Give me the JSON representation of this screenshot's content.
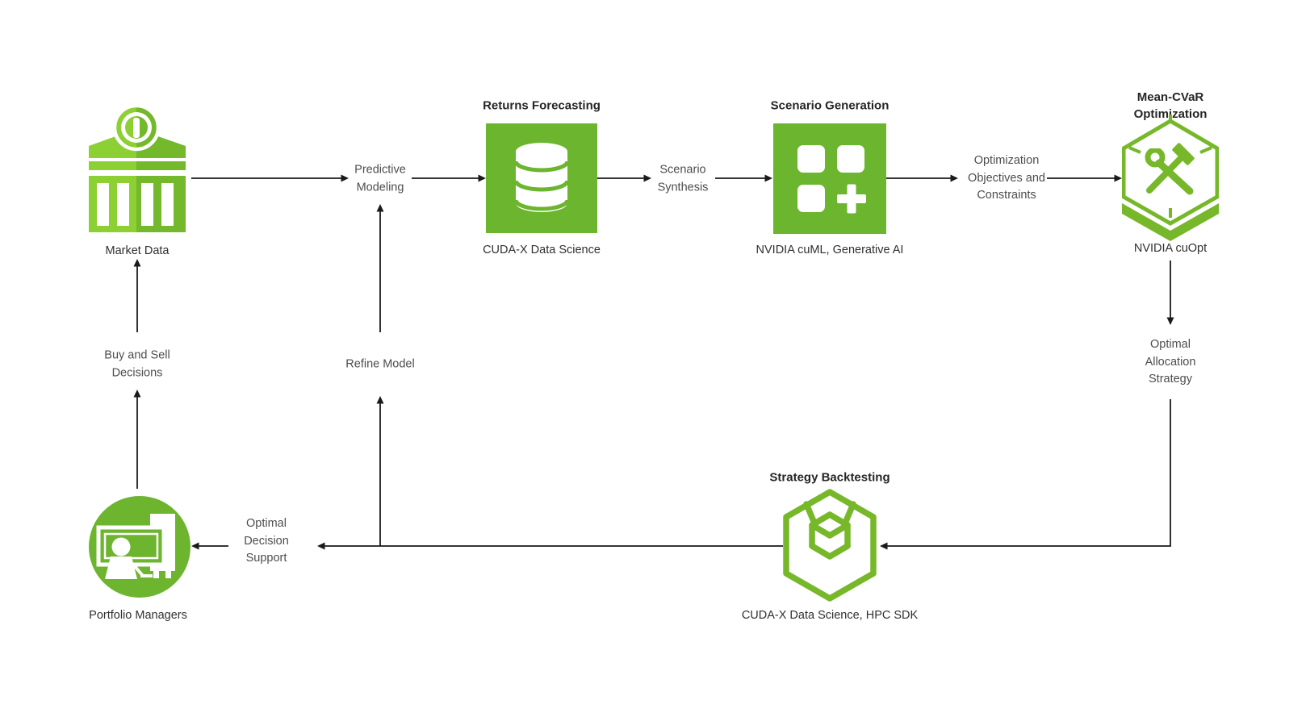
{
  "colors": {
    "bg": "#ffffff",
    "green-box": "#6CB52E",
    "green-stroke": "#76B829",
    "green-light": "#8DD033",
    "green-mid": "#74B82B",
    "green-circle": "#6DB42F",
    "arrow": "#1a1a1a",
    "title-text": "#262626",
    "caption-text": "#303030",
    "label-text": "#4d4d4d"
  },
  "nodes": {
    "market_data": {
      "caption": "Market Data",
      "icon": "bank-icon"
    },
    "returns_forecasting": {
      "title": "Returns Forecasting",
      "caption": "CUDA-X Data Science",
      "icon": "database-icon"
    },
    "scenario_generation": {
      "title": "Scenario Generation",
      "caption": "NVIDIA cuML, Generative AI",
      "icon": "modules-plus-icon"
    },
    "mean_cvar_optimization": {
      "title": "Mean-CVaR Optimization",
      "caption": "NVIDIA cuOpt",
      "icon": "hexagon-tools-icon"
    },
    "strategy_backtesting": {
      "title": "Strategy Backtesting",
      "caption": "CUDA-X Data Science, HPC SDK",
      "icon": "nested-cube-icon"
    },
    "portfolio_managers": {
      "caption": "Portfolio Managers",
      "icon": "presenter-icon"
    }
  },
  "flow_labels": {
    "predictive_modeling": "Predictive\nModeling",
    "scenario_synthesis": "Scenario\nSynthesis",
    "optimization_objectives": "Optimization\nObjectives and\nConstraints",
    "optimal_allocation": "Optimal\nAllocation\nStrategy",
    "optimal_decision": "Optimal\nDecision\nSupport",
    "buy_and_sell": "Buy and Sell\nDecisions",
    "refine_model": "Refine Model"
  }
}
